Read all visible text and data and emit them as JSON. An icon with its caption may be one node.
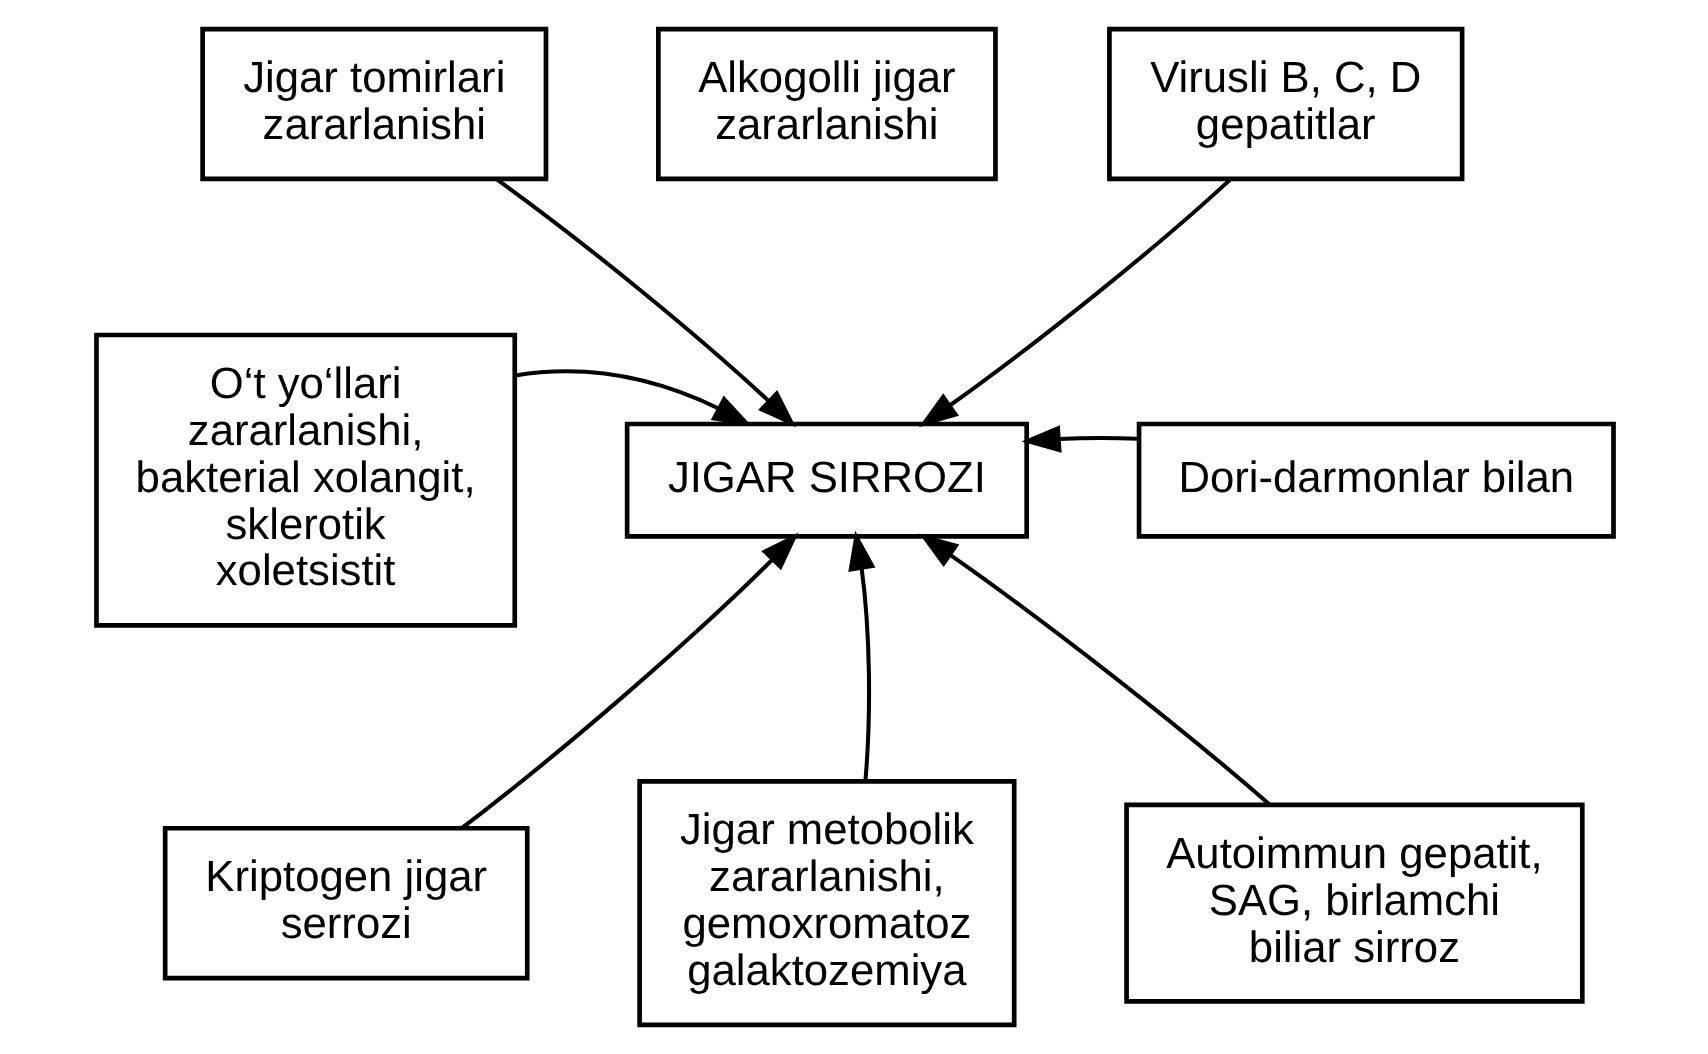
{
  "diagram": {
    "nodes": [
      {
        "text": [
          "Jigar tomirlari zararlanishi"
        ]
      },
      {
        "text": [
          "Alkogolli jigar zararlanishi"
        ]
      },
      {
        "text": [
          "Virusli B, C, D gepatitlar"
        ]
      },
      {
        "text": [
          "O‘t yo‘llari zararlanishi, bakterial xolangit, sklerotik xoletsistit"
        ]
      },
      {
        "text": [
          "JIGAR SIRROZI"
        ]
      },
      {
        "text": [
          "Dori-darmonlar bilan"
        ]
      },
      {
        "text": [
          "Kriptogen jigar serrozi"
        ]
      },
      {
        "text": [
          "Jigar metobolik zararlanishi, gemoxromatoz galaktozemiya"
        ]
      },
      {
        "text": [
          "Autoimmun gepatit, SAG, birlamchi biliar sirroz"
        ]
      }
    ],
    "edges": [
      {
        "from": 0,
        "to": 4,
        "arrow": "to"
      },
      {
        "from": 2,
        "to": 4,
        "arrow": "to"
      },
      {
        "from": 3,
        "to": 4,
        "arrow": "to"
      },
      {
        "from": 5,
        "to": 4,
        "arrow": "to"
      },
      {
        "from": 6,
        "to": 4,
        "arrow": "to"
      },
      {
        "from": 7,
        "to": 4,
        "arrow": "to"
      },
      {
        "from": 8,
        "to": 4,
        "arrow": "to"
      }
    ]
  }
}
